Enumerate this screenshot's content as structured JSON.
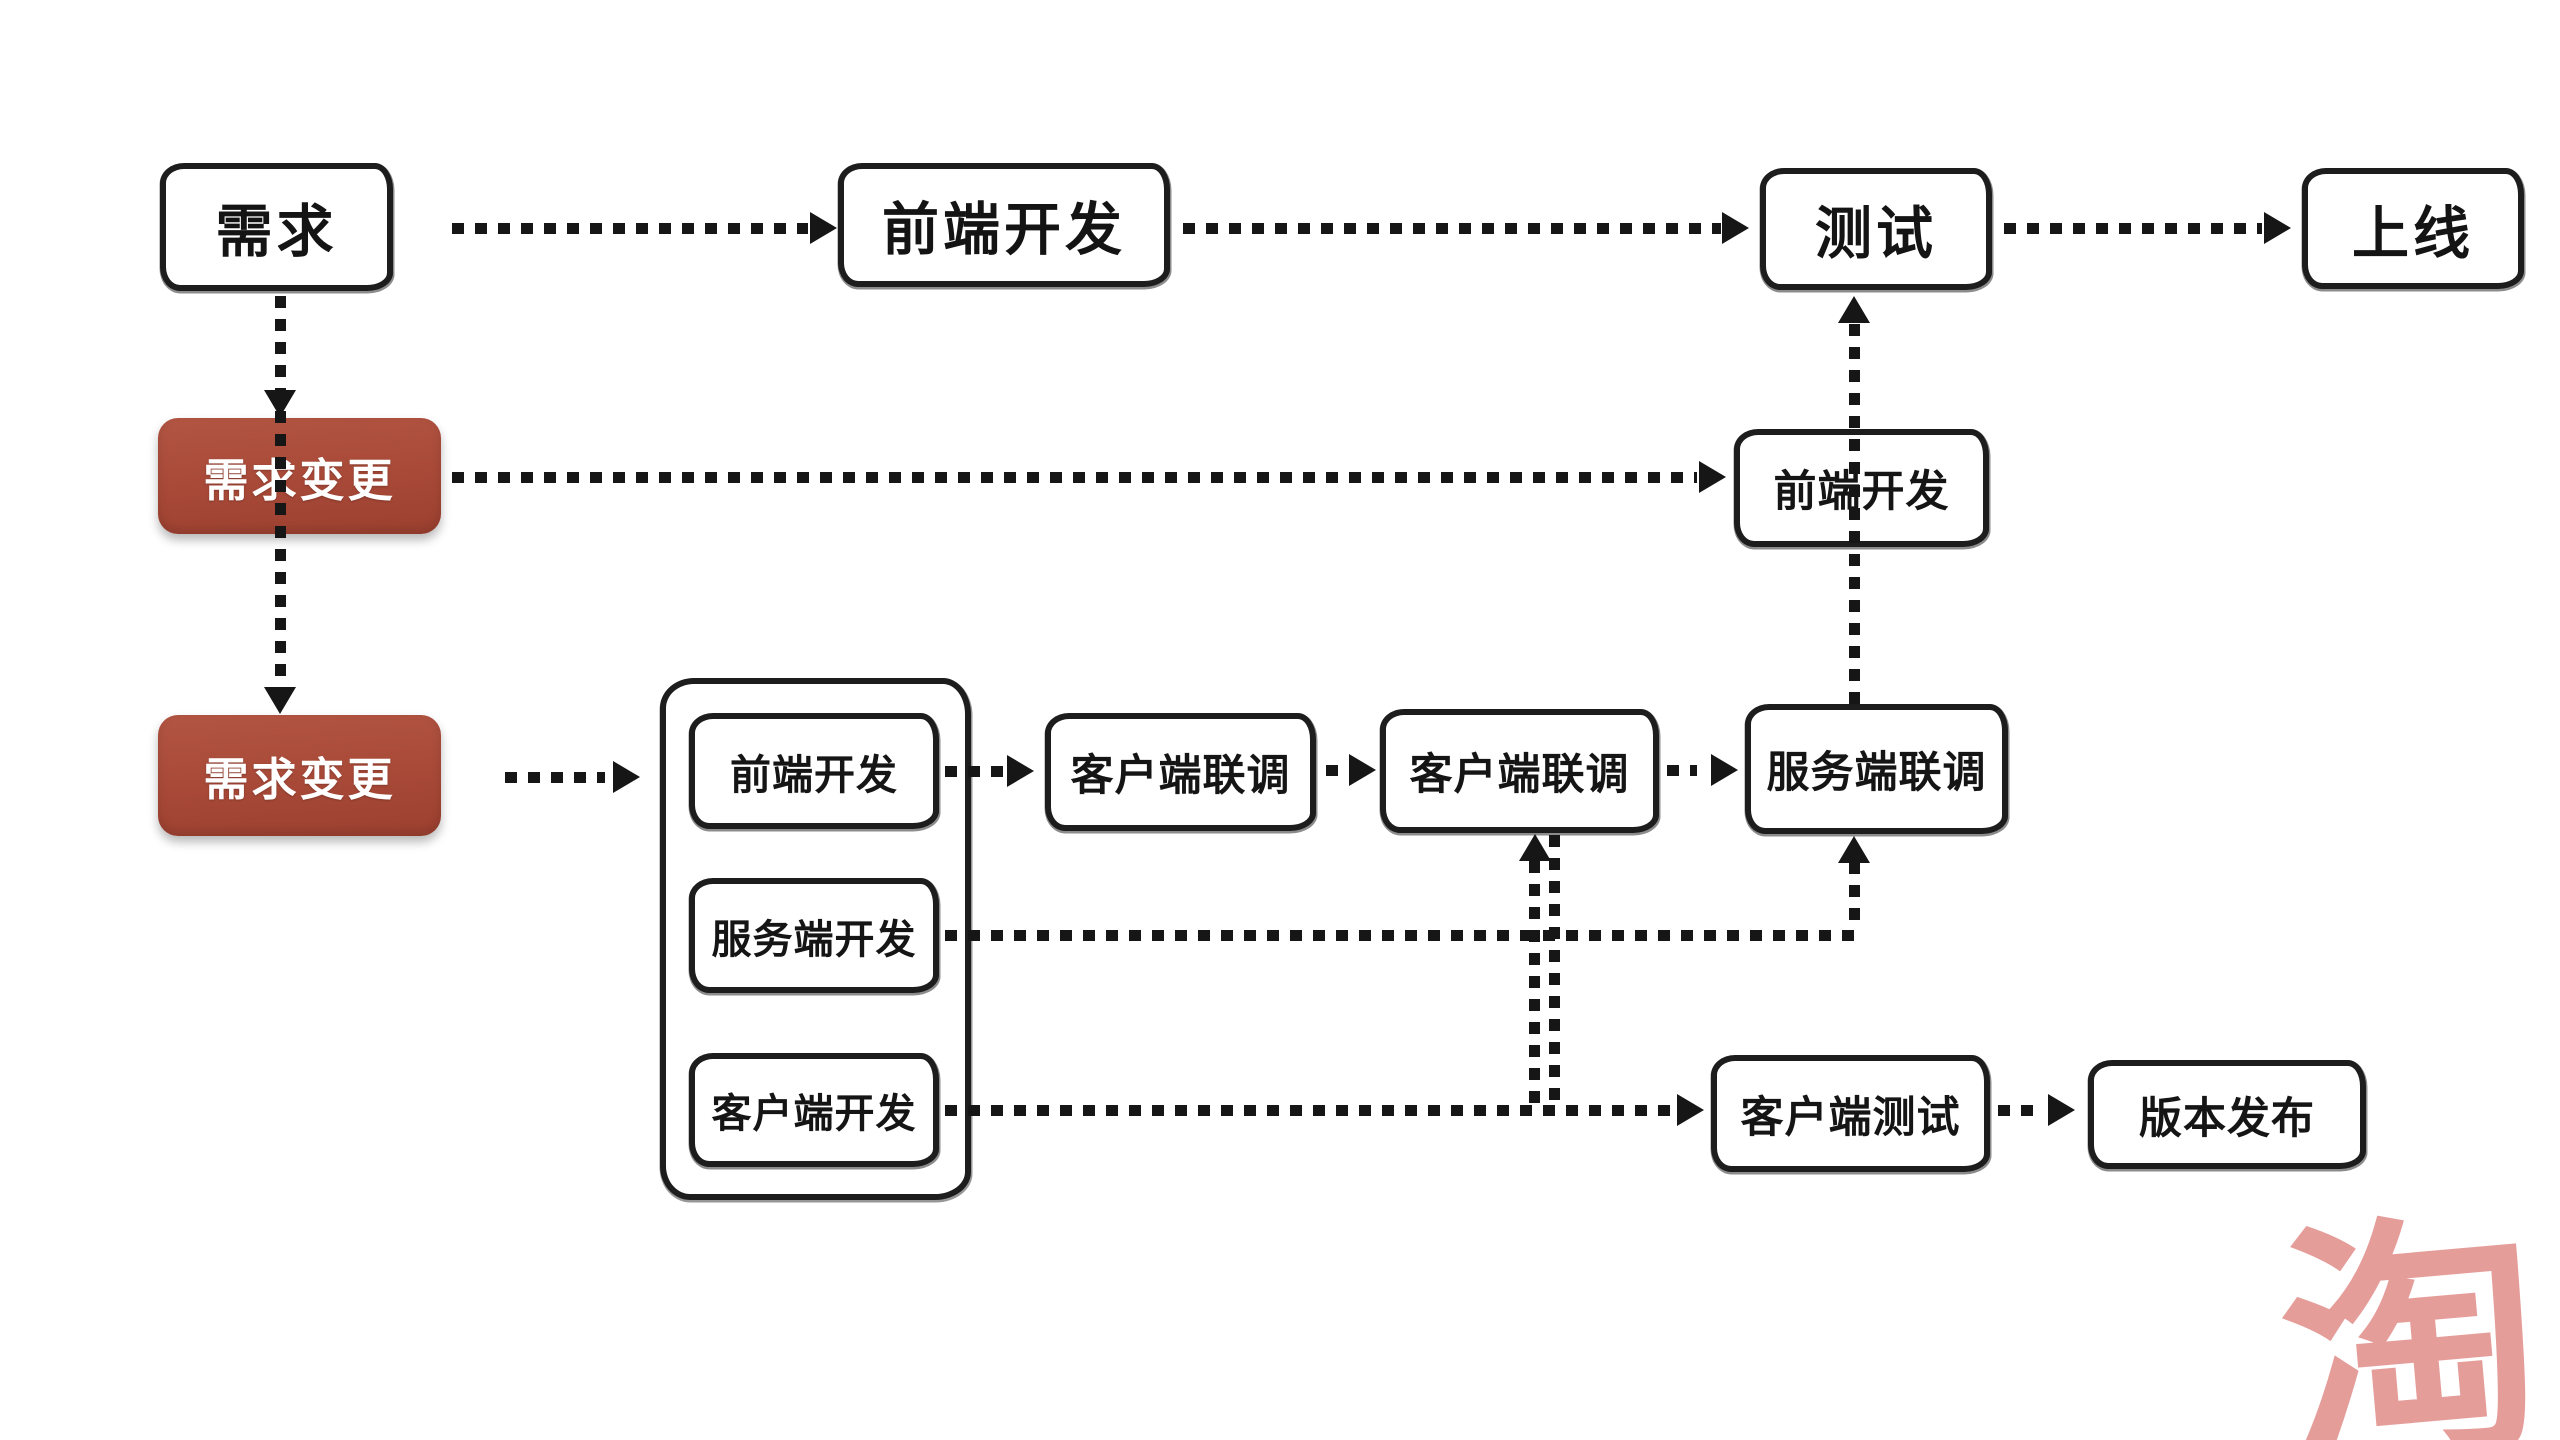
{
  "diagram": {
    "background": "#ffffff",
    "colors": {
      "node_border": "#1d1d1d",
      "line_black": "#161616",
      "accent_red": "#a84938",
      "text_dark": "#151515",
      "text_light": "#ffffff",
      "logo_pink": "#e59d9a"
    },
    "nodes": {
      "requirements": {
        "label": "需求"
      },
      "frontend_dev_top": {
        "label": "前端开发"
      },
      "testing": {
        "label": "测试"
      },
      "launch": {
        "label": "上线"
      },
      "requirement_change_1": {
        "label": "需求变更"
      },
      "requirement_change_2": {
        "label": "需求变更"
      },
      "frontend_dev_mid": {
        "label": "前端开发"
      },
      "frontend_dev_group": {
        "label": "前端开发"
      },
      "server_dev": {
        "label": "服务端开发"
      },
      "client_dev": {
        "label": "客户端开发"
      },
      "client_joint_debug_1": {
        "label": "客户端联调"
      },
      "client_joint_debug_2": {
        "label": "客户端联调"
      },
      "server_joint_debug": {
        "label": "服务端联调"
      },
      "client_testing": {
        "label": "客户端测试"
      },
      "version_release": {
        "label": "版本发布"
      }
    },
    "logo": {
      "glyph": "淘"
    }
  }
}
